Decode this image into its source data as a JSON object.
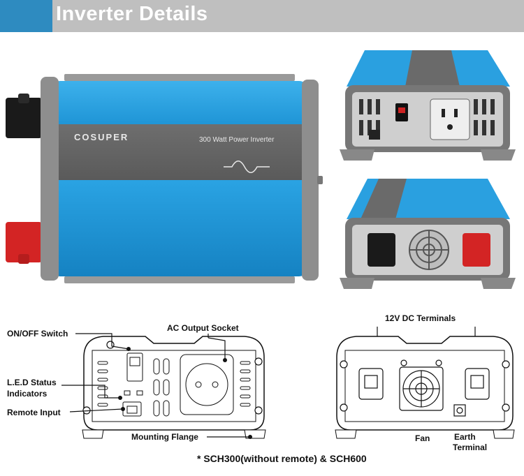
{
  "header": {
    "title": "Inverter Details"
  },
  "product": {
    "brand": "COSUPER",
    "model_label": "300 Watt Power Inverter"
  },
  "front_diagram": {
    "labels": {
      "onoff": "ON/OFF Switch",
      "ac_socket": "AC Output Socket",
      "led_line1": "L.E.D Status",
      "led_line2": "Indicators",
      "remote": "Remote Input",
      "flange": "Mounting Flange"
    }
  },
  "rear_diagram": {
    "labels": {
      "dc_terminals": "12V DC Terminals",
      "fan": "Fan",
      "earth_line1": "Earth",
      "earth_line2": "Terminal"
    }
  },
  "footnote": "* SCH300(without remote) & SCH600",
  "colors": {
    "accent_blue": "#2e8bc0",
    "banner_gray": "#bfbfbf",
    "body_blue": "#1f95d6",
    "panel_gray": "#5a5a5a",
    "terminal_red": "#d32424"
  }
}
